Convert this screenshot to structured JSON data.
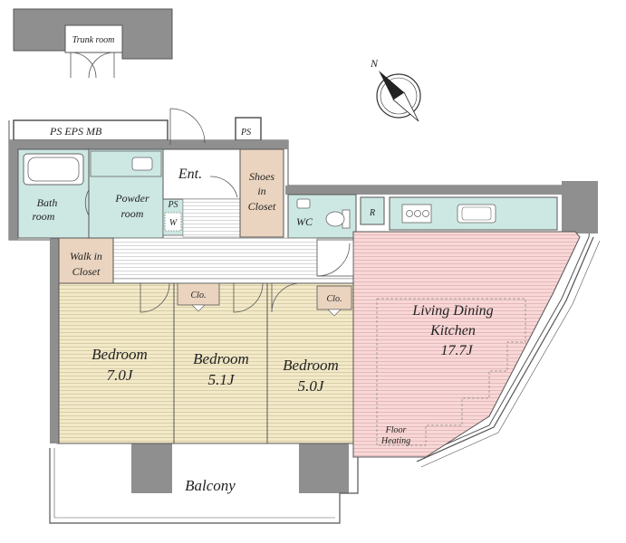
{
  "colors": {
    "wall": "#8f8f8f",
    "wall_outline": "#555555",
    "wet_area": "#cde8e3",
    "bedroom_floor": "#f2e9c9",
    "ldk_floor": "#f8d7d7",
    "closet": "#ead4bf",
    "corridor": "#ffffff"
  },
  "labels": {
    "trunk_room": "Trunk room",
    "ps_eps_mb": "PS  EPS  MB",
    "ps_top": "PS",
    "ps_small": "PS",
    "washer": "W",
    "entrance": "Ent.",
    "shoes_closet_1": "Shoes",
    "shoes_closet_2": "in",
    "shoes_closet_3": "Closet",
    "bath_1": "Bath",
    "bath_2": "room",
    "powder_1": "Powder",
    "powder_2": "room",
    "wc": "WC",
    "fridge": "R",
    "walkin_1": "Walk in",
    "walkin_2": "Closet",
    "clo_1": "Clo.",
    "clo_2": "Clo.",
    "bed1_name": "Bedroom",
    "bed1_size": "7.0J",
    "bed2_name": "Bedroom",
    "bed2_size": "5.1J",
    "bed3_name": "Bedroom",
    "bed3_size": "5.0J",
    "ldk_1": "Living Dining",
    "ldk_2": "Kitchen",
    "ldk_size": "17.7J",
    "floor_heating_1": "Floor",
    "floor_heating_2": "Heating",
    "balcony": "Balcony",
    "north": "N"
  },
  "icons": [
    "compass-icon",
    "bathtub-icon",
    "sink-icon",
    "toilet-icon",
    "stove-icon",
    "door-swing-icon"
  ]
}
